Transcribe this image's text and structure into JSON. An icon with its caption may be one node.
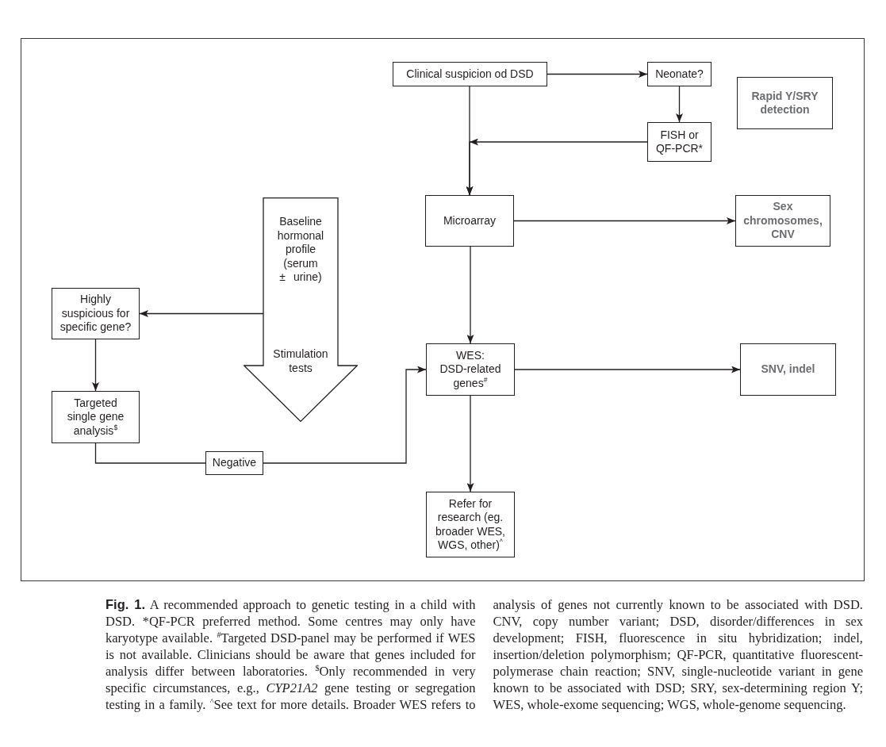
{
  "diagram": {
    "caption": "**Fig. 1.** A recommended approach to genetic testing in a child with DSD. *QF-PCR preferred method. Some centres may only have karyotype available. $^{#}$Targeted DSD-panel may be performed if WES is not available. Clinicians should be aware that genes included for analysis differ between laboratories. $^{$}$Only recommended in very specific circumstances, e.g., *CYP21A2* gene testing or segregation testing in a family. $^{^}$See text for more details. Broader WES refers to analysis of genes not currently known to be associated with DSD. CNV, copy number variant; DSD, disorder/differences in sex development; FISH, fluorescence in situ hybridization; indel, insertion/deletion polymorphism; QF-PCR, quantitative fluorescent-polymerase chain reaction; SNV, single-nucleotide variant in gene known to be associated with DSD; SRY, sex-determining region Y; WES, whole-exome sequencing; WGS, whole-genome sequencing.",
    "nodes": [
      {
        "text": [
          "Clinical suspicion od DSD"
        ]
      },
      {
        "text": [
          "Neonate?"
        ]
      },
      {
        "text": [
          "FISH or QF-PCR*"
        ]
      },
      {
        "text": [
          "Rapid Y/SRY detection"
        ]
      },
      {
        "text": [
          "Baseline hormonal profile (serum ± urine)",
          "Stimulation tests"
        ]
      },
      {
        "text": [
          "Highly suspicious for specific gene?"
        ]
      },
      {
        "text": [
          "Targeted single gene analysis$^{$}$"
        ]
      },
      {
        "text": [
          "Negative"
        ]
      },
      {
        "text": [
          "Microarray"
        ]
      },
      {
        "text": [
          "Sex chromosomes, CNV"
        ]
      },
      {
        "text": [
          "WES: DSD-related genes$^{#}$"
        ]
      },
      {
        "text": [
          "SNV, indel"
        ]
      },
      {
        "text": [
          "Refer for research (eg. broader WES, WGS, other)$^{^}$"
        ]
      }
    ],
    "edges": [
      {
        "from": 0,
        "to": 1,
        "arrow": "to"
      },
      {
        "from": 1,
        "to": 2,
        "arrow": "to"
      },
      {
        "from": 2,
        "to": 8,
        "arrow": "to"
      },
      {
        "from": 0,
        "to": 8,
        "arrow": "to"
      },
      {
        "from": 4,
        "to": 5,
        "arrow": "to"
      },
      {
        "from": 5,
        "to": 6,
        "arrow": "to"
      },
      {
        "from": 6,
        "to": 7,
        "arrow": "none"
      },
      {
        "from": 7,
        "to": 10,
        "arrow": "to"
      },
      {
        "from": 8,
        "to": 9,
        "arrow": "to"
      },
      {
        "from": 8,
        "to": 10,
        "arrow": "to"
      },
      {
        "from": 10,
        "to": 11,
        "arrow": "to"
      },
      {
        "from": 10,
        "to": 12,
        "arrow": "to"
      }
    ]
  }
}
